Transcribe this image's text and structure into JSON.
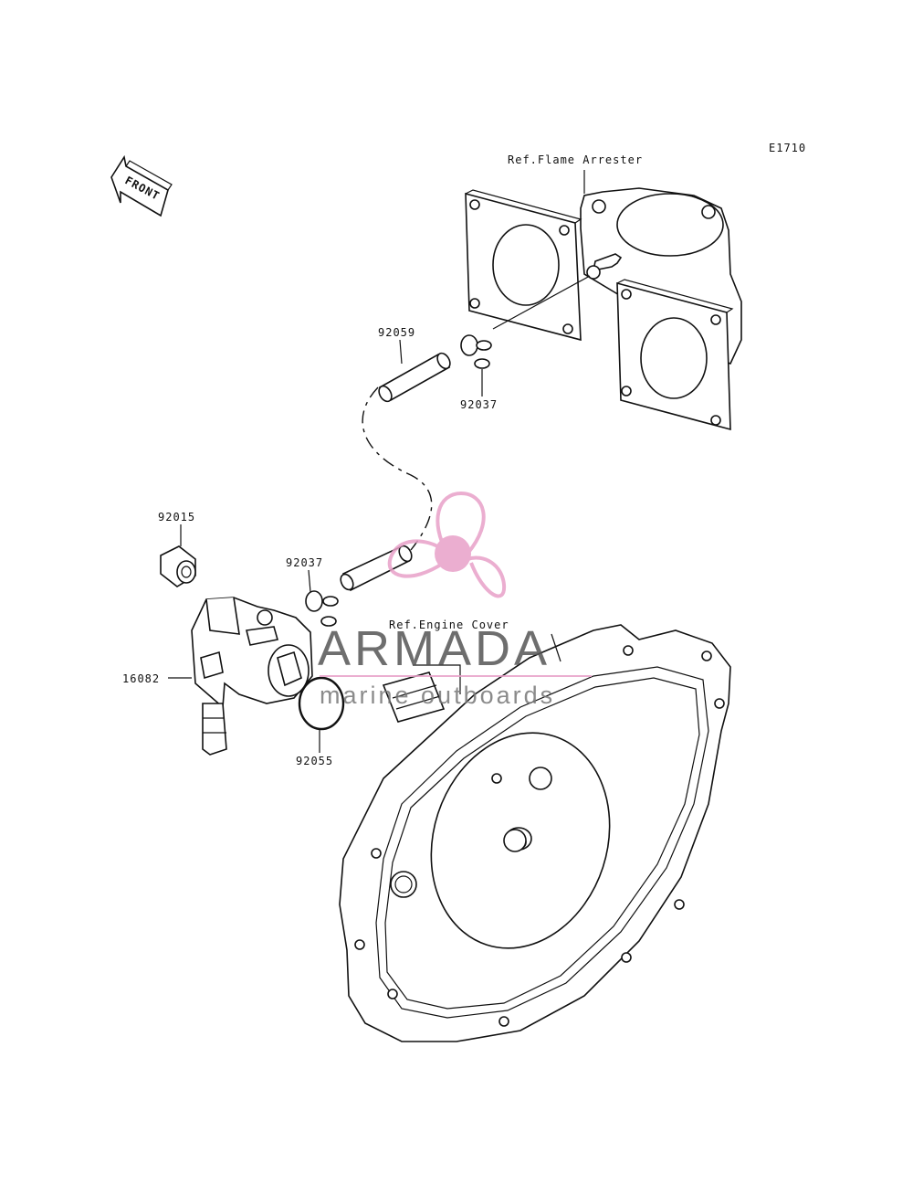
{
  "diagram_code": "E1710",
  "front_label": "FRONT",
  "ref_labels": {
    "flame_arrester": "Ref.Flame Arrester",
    "engine_cover": "Ref.Engine Cover"
  },
  "part_numbers": {
    "hose": "92059",
    "clip_upper": "92037",
    "cap": "92015",
    "clip_lower": "92037",
    "fuel_cock": "16082",
    "o_ring": "92055"
  },
  "watermark": {
    "name": "ARMADA",
    "tagline": "marine outboards",
    "color": "#e8a0c8"
  }
}
